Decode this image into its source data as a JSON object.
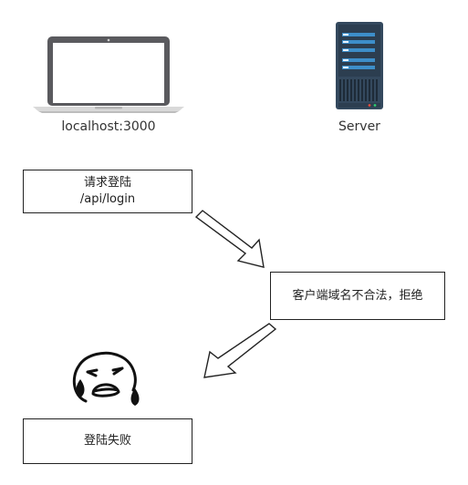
{
  "client": {
    "label": "localhost:3000"
  },
  "server": {
    "label": "Server"
  },
  "request_box": {
    "line1": "请求登陆",
    "line2": "/api/login"
  },
  "reject_box": {
    "text": "客户端域名不合法，拒绝"
  },
  "result_box": {
    "text": "登陆失败"
  },
  "icons": {
    "client": "laptop-icon",
    "server": "server-tower-icon",
    "emoji": "crying-face-icon",
    "arrow1": "arrow-down-right",
    "arrow2": "arrow-down-left"
  },
  "colors": {
    "laptop_body": "#5a5a5e",
    "server_body": "#34495e",
    "server_accent": "#3d8ec9",
    "line": "#222222"
  }
}
